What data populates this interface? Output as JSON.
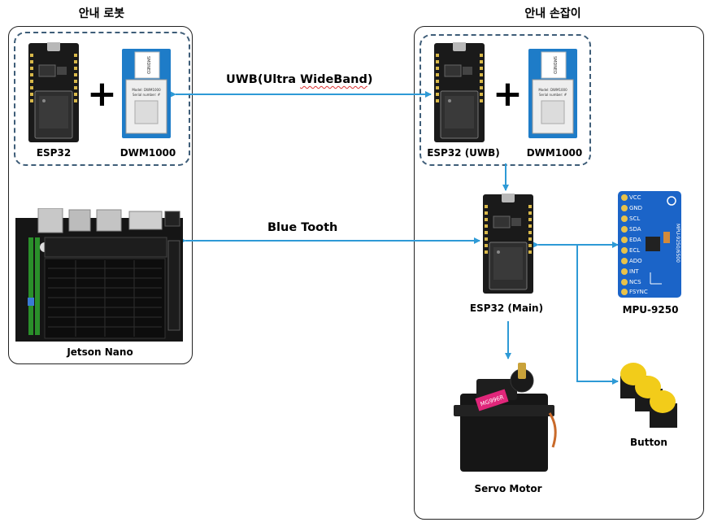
{
  "robot": {
    "title": "안내 로봇",
    "esp32_label": "ESP32",
    "dwm_label": "DWM1000",
    "jetson_label": "Jetson Nano"
  },
  "handle": {
    "title": "안내 손잡이",
    "esp32_uwb_label": "ESP32 (UWB)",
    "dwm_label": "DWM1000",
    "esp32_main_label": "ESP32 (Main)",
    "mpu_label": "MPU-9250",
    "servo_label": "Servo Motor",
    "button_label": "Button"
  },
  "links": {
    "uwb_prefix": "UWB(Ultra ",
    "uwb_squiggle": "WideBand",
    "uwb_suffix": ")",
    "bluetooth": "Blue Tooth"
  },
  "plus_symbol": "+",
  "chips": {
    "dwm_model": "Model: DWM1000",
    "dwm_serial": "Serial number: #",
    "dwm_brand": "SMDNED",
    "servo_brand": "MG996R",
    "mpu_part": "MPU-9250/6500",
    "mpu_pins": [
      "VCC",
      "GND",
      "SCL",
      "SDA",
      "EDA",
      "ECL",
      "ADO",
      "INT",
      "NCS",
      "FSYNC"
    ]
  },
  "colors": {
    "arrow": "#2e9ad6",
    "dashed_border": "#3e5d78",
    "mpu_board": "#1b64c8",
    "button_cap": "#f2cc1a"
  }
}
